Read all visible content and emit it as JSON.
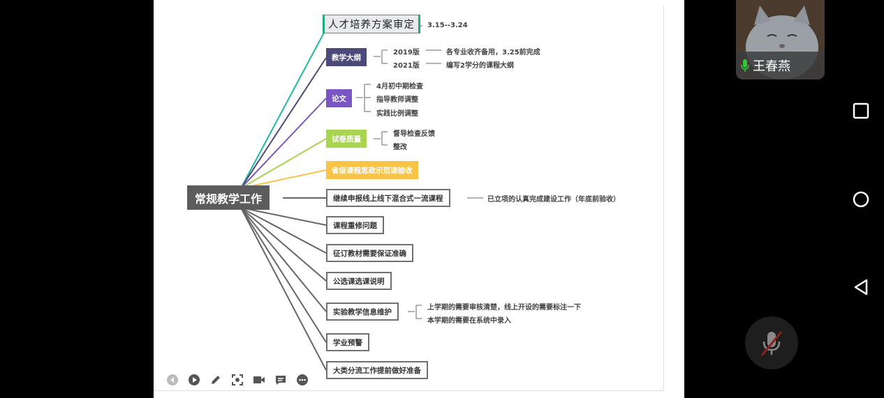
{
  "mindmap": {
    "root": "常规教学工作",
    "n1": {
      "label": "人才培养方案审定",
      "note": "3.15--3.24"
    },
    "n2": {
      "label": "教学大纲",
      "sub": [
        {
          "label": "2019版",
          "detail": "各专业收齐备用，3.25前完成"
        },
        {
          "label": "2021版",
          "detail": "编写2学分的课程大纲"
        }
      ]
    },
    "n3": {
      "label": "论文",
      "sub": [
        "4月初中期检查",
        "指导教师调整",
        "实践比例调整"
      ]
    },
    "n4": {
      "label": "试卷质量",
      "sub": [
        "督导检查反馈",
        "整改"
      ]
    },
    "n5": {
      "label": "省级课程思政示范课验收"
    },
    "n6": {
      "label": "继续申报线上线下混合式一流课程",
      "detail": "已立项的认真完成建设工作（年底前验收）"
    },
    "n7": {
      "label": "课程重修问题"
    },
    "n8": {
      "label": "征订教材需要保证准确"
    },
    "n9": {
      "label": "公选课选课说明"
    },
    "n10": {
      "label": "实验教学信息维护",
      "sub": [
        "上学期的需要审核清楚，线上开设的需要标注一下",
        "本学期的需要在系统中录入"
      ]
    },
    "n11": {
      "label": "学业预警"
    },
    "n12": {
      "label": "大类分流工作提前做好准备"
    },
    "colors": {
      "n2": "#4b4a7a",
      "n3": "#7a56c4",
      "n4": "#a8d44f",
      "n5": "#f7c447",
      "green": "#1faa7a"
    }
  },
  "participant": {
    "name": "王春燕"
  },
  "toolbar": [
    "prev-icon",
    "play-icon",
    "pen-icon",
    "screenshot-icon",
    "camera-icon",
    "chat-icon",
    "more-icon"
  ]
}
